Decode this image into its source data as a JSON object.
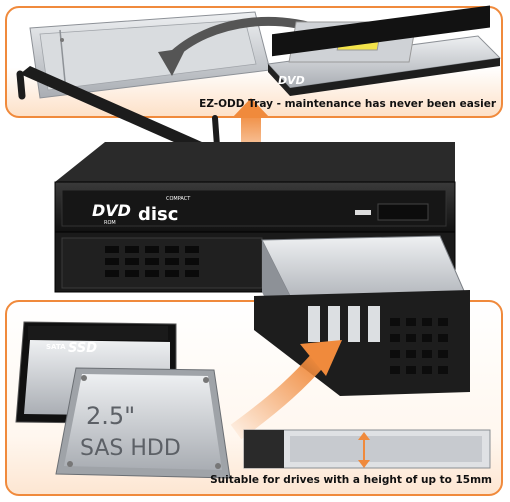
{
  "top_caption": "EZ-ODD Tray - maintenance has never been easier",
  "bottom_caption": "Suitable for drives with a height of  up to 15mm",
  "dvd_logo": {
    "dvd": "DVD",
    "rom": "ROM",
    "compact": "COMPACT",
    "disc": "disc"
  },
  "ssd_label": {
    "sata": "SATA",
    "ssd": "SSD"
  },
  "hdd_label": {
    "size": "2.5\"",
    "type": "SAS HDD"
  },
  "colors": {
    "accent": "#f08a3c",
    "caption": "#111111",
    "metal": "#c9ccd0",
    "black": "#1a1a1a"
  }
}
